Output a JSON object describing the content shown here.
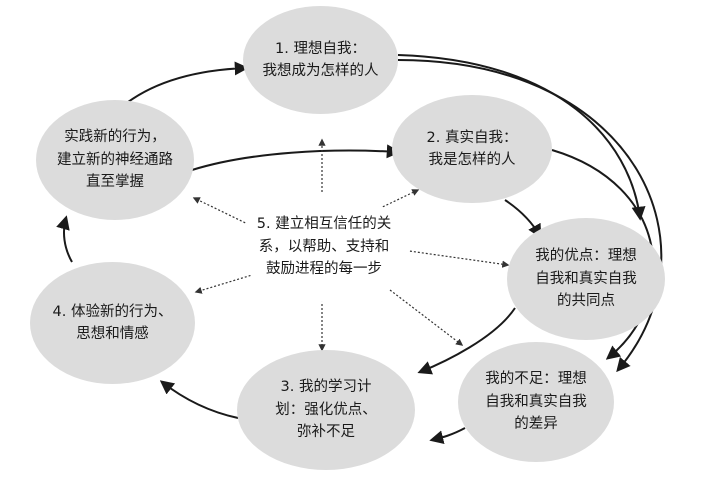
{
  "colors": {
    "node_fill": "#dcdcdc",
    "arrow_color": "#1a1a1a",
    "dotted_arrow_color": "#333333",
    "text": "#1a1a1a"
  },
  "nodes": {
    "ideal_self": {
      "lines": [
        "1. 理想自我：",
        "我想成为怎样的人"
      ]
    },
    "real_self": {
      "lines": [
        "2. 真实自我：",
        "我是怎样的人"
      ]
    },
    "strengths": {
      "lines": [
        "我的优点：理想",
        "自我和真实自我",
        "的共同点"
      ]
    },
    "gaps": {
      "lines": [
        "我的不足：理想",
        "自我和真实自我",
        "的差异"
      ]
    },
    "learning_plan": {
      "lines": [
        "3. 我的学习计",
        "划：强化优点、",
        "弥补不足"
      ]
    },
    "experience": {
      "lines": [
        "4. 体验新的行为、",
        "思想和情感"
      ]
    },
    "practice": {
      "lines": [
        "实践新的行为，",
        "建立新的神经通路",
        "直至掌握"
      ]
    },
    "relationships": {
      "lines": [
        "5. 建立相互信任的关",
        "系，以帮助、支持和",
        "鼓励进程的每一步"
      ]
    }
  }
}
